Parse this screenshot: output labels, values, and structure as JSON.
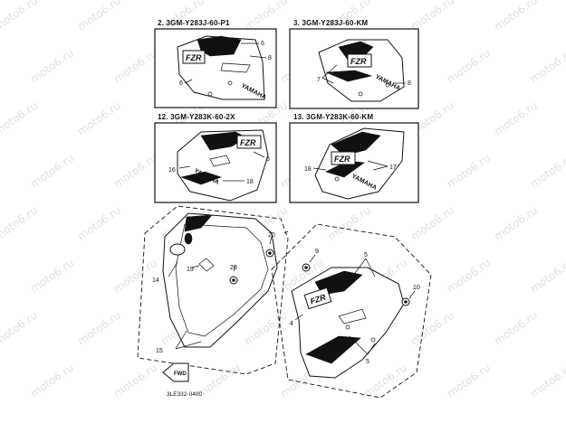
{
  "watermark": "moto6.ru",
  "panels": [
    {
      "title": "2. 3GM-Y283J-60-P1",
      "callouts": [
        "6",
        "8",
        "6"
      ],
      "logo_text": "FZR",
      "brand_text": "YAMAHA"
    },
    {
      "title": "3. 3GM-Y283J-60-KM",
      "callouts": [
        "7",
        "8"
      ],
      "logo_text": "FZR",
      "brand_text": "YAMAHA"
    },
    {
      "title": "12. 3GM-Y283K-60-2X",
      "callouts": [
        "6",
        "16",
        "18"
      ],
      "logo_text": "FZR",
      "brand_text": "YAMAHA"
    },
    {
      "title": "13. 3GM-Y283K-60-KM",
      "callouts": [
        "17",
        "18"
      ],
      "logo_text": "FZR",
      "brand_text": "YAMAHA"
    }
  ],
  "main_callouts": {
    "left": [
      "20",
      "14",
      "19",
      "20",
      "15"
    ],
    "right": [
      "9",
      "5",
      "10",
      "4",
      "5"
    ]
  },
  "fwd_label": "FWD",
  "part_code": "3LE332-0400"
}
